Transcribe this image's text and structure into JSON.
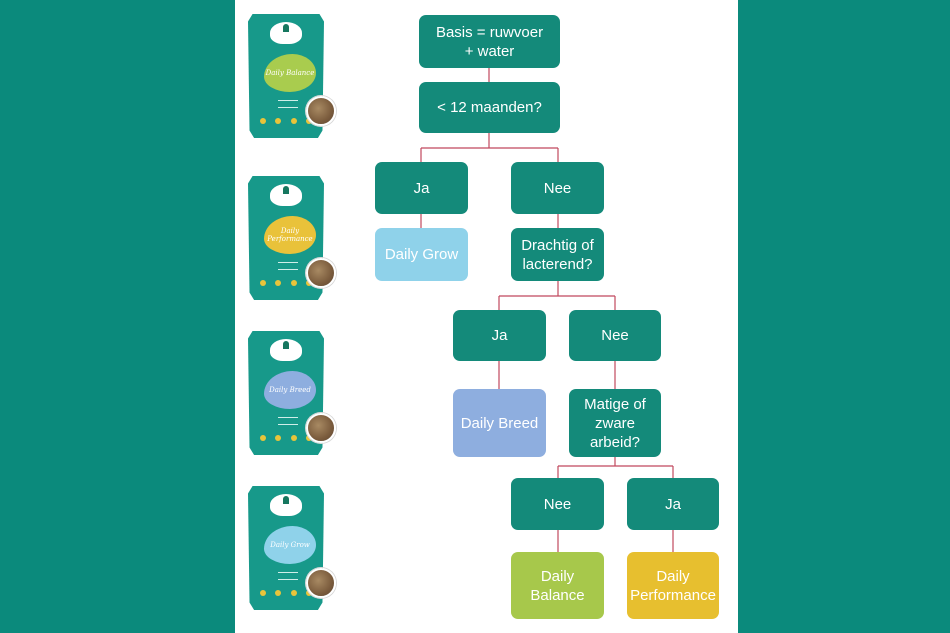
{
  "colors": {
    "background": "#0b8a7c",
    "node": "#148a7a",
    "connector": "#c0485e",
    "daily_grow": "#8fd2ea",
    "daily_breed": "#8eaedf",
    "daily_balance": "#a7c84b",
    "daily_performance": "#e7bf2f"
  },
  "products": [
    {
      "name": "Daily Balance",
      "blob_color": "#a9cc4e",
      "icon": "product-bag"
    },
    {
      "name": "Daily Performance",
      "blob_color": "#e9c23a",
      "icon": "product-bag"
    },
    {
      "name": "Daily Breed",
      "blob_color": "#8eaedf",
      "icon": "product-bag"
    },
    {
      "name": "Daily Grow",
      "blob_color": "#8fd2ea",
      "icon": "product-bag"
    }
  ],
  "flow": {
    "basis": "Basis = ruwvoer + water",
    "age_question": "< 12 maanden?",
    "age_yes": "Ja",
    "age_no": "Nee",
    "result_grow": "Daily Grow",
    "pregnant_question": "Drachtig of lacterend?",
    "pregnant_yes": "Ja",
    "pregnant_no": "Nee",
    "result_breed": "Daily Breed",
    "work_question": "Matige of zware arbeid?",
    "work_no": "Nee",
    "work_yes": "Ja",
    "result_balance": "Daily Balance",
    "result_performance": "Daily Performance"
  }
}
